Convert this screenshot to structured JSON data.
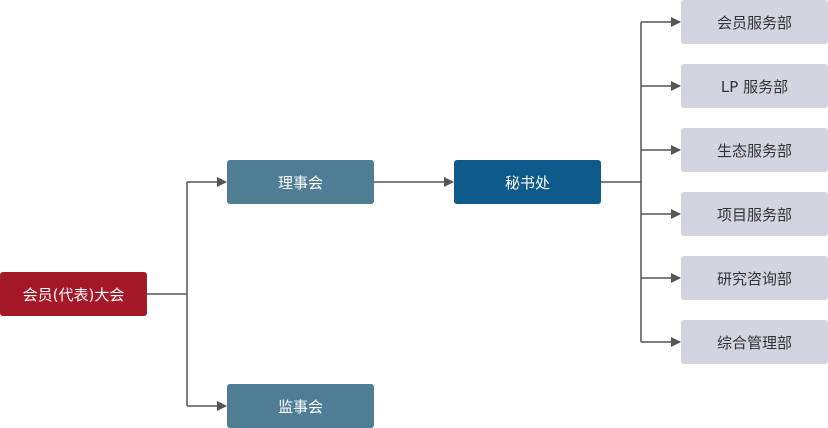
{
  "org_chart": {
    "assembly": "会员(代表)大会",
    "board": "理事会",
    "supervisory_board": "监事会",
    "secretariat": "秘书处",
    "departments": [
      "会员服务部",
      "LP 服务部",
      "生态服务部",
      "项目服务部",
      "研究咨询部",
      "综合管理部"
    ]
  },
  "colors": {
    "assembly": "#a51828",
    "board": "#4f7d94",
    "secretariat": "#0e5a8a",
    "department": "#d2d5e0",
    "connector": "#555555"
  }
}
